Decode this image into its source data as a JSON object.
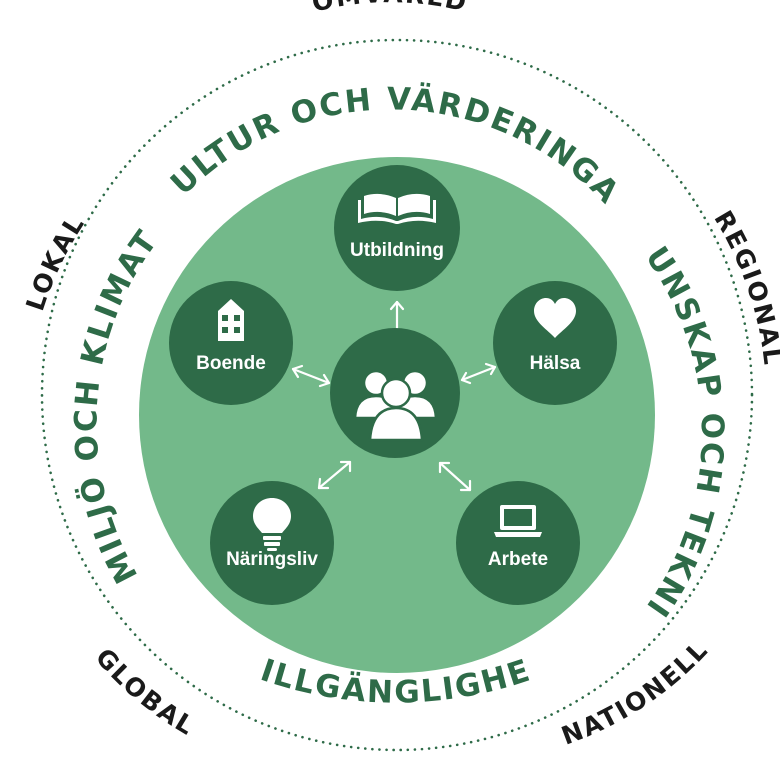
{
  "colors": {
    "big_circle": "#73b98a",
    "node": "#2e6b48",
    "ring_text": "#2e6b48",
    "outer_text": "#1a1a1a",
    "dotted_ring": "#2e6b48"
  },
  "outer_labels": {
    "top": "OMVÄRLD",
    "left": "LOKAL",
    "right": "REGIONAL",
    "bottom_left": "GLOBAL",
    "bottom_right": "NATIONELL"
  },
  "ring_labels": {
    "top": "KULTUR OCH VÄRDERINGAR",
    "left": "MILJÖ OCH KLIMAT",
    "right": "KUNSKAP OCH TEKNIK",
    "bottom": "TILLGÄNGLIGHET"
  },
  "center": {
    "icon": "people-group-icon"
  },
  "nodes": [
    {
      "id": "utbildning",
      "label": "Utbildning",
      "icon": "book-icon"
    },
    {
      "id": "boende",
      "label": "Boende",
      "icon": "house-icon"
    },
    {
      "id": "halsa",
      "label": "Hälsa",
      "icon": "heart-icon"
    },
    {
      "id": "naringsliv",
      "label": "Näringsliv",
      "icon": "lightbulb-icon"
    },
    {
      "id": "arbete",
      "label": "Arbete",
      "icon": "laptop-icon"
    }
  ]
}
